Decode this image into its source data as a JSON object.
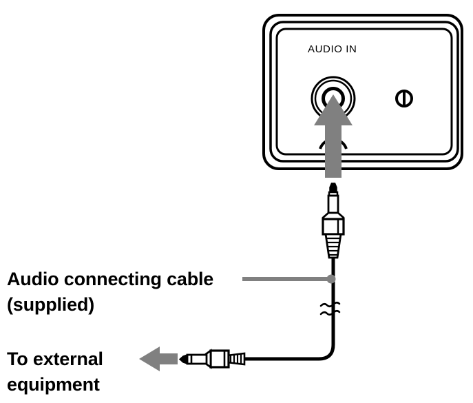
{
  "figure": {
    "kind": "connection-diagram",
    "subject": "Connecting an audio cable to the AUDIO IN jack",
    "background_color": "#ffffff",
    "ink_color": "#000000",
    "accent_gray": "#808080"
  },
  "device_panel": {
    "name": "rear-panel",
    "port_label": "AUDIO IN",
    "jack": {
      "name": "audio-in-jack",
      "type": "stereo-mini-jack-socket"
    },
    "indicator": {
      "name": "power-indicator",
      "glyph": "power-symbol"
    }
  },
  "cable": {
    "name": "audio-connecting-cable",
    "break_symbol": "double-tilde",
    "plug_top": {
      "name": "cable-plug-upper",
      "orientation": "vertical",
      "type": "stereo-mini-plug"
    },
    "plug_bottom": {
      "name": "cable-plug-lower",
      "orientation": "horizontal",
      "type": "stereo-mini-plug"
    }
  },
  "arrows": {
    "insertion": {
      "name": "insertion-arrow",
      "direction": "up",
      "color": "#808080",
      "meaning": "insert plug into AUDIO IN jack"
    },
    "external": {
      "name": "external-equipment-arrow",
      "direction": "left",
      "color": "#808080",
      "meaning": "connect to external equipment"
    }
  },
  "callouts": [
    {
      "name": "callout-audio-cable",
      "lines": [
        "Audio connecting cable",
        "(supplied)"
      ],
      "line1": "Audio connecting cable",
      "line2": "(supplied)",
      "has_leader_line": true,
      "leader_color": "#808080"
    },
    {
      "name": "callout-external-equipment",
      "lines": [
        "To external",
        "equipment"
      ],
      "line1": "To external",
      "line2": "equipment",
      "has_leader_line": false
    }
  ]
}
